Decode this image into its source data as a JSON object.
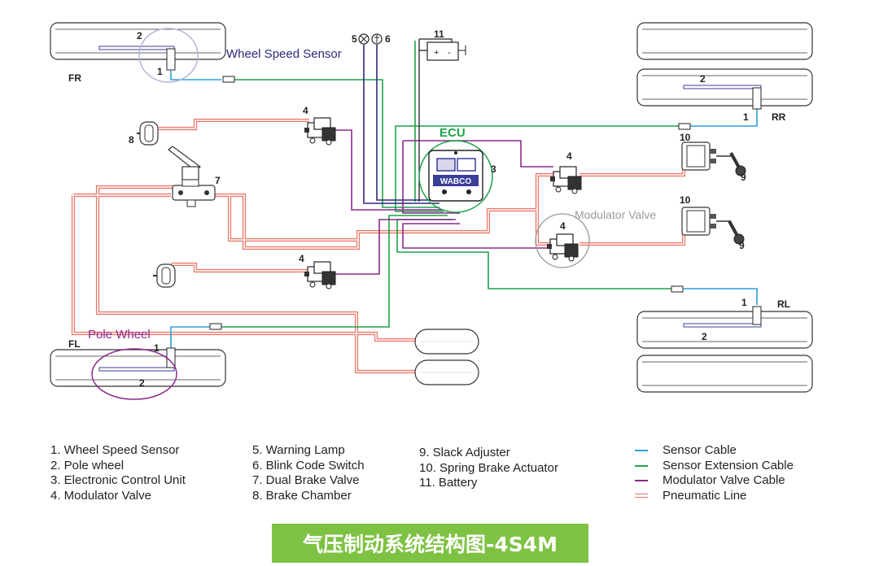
{
  "labels": {
    "wheel_speed_sensor": "Wheel Speed Sensor",
    "ecu": "ECU",
    "modulator_valve": "Modulator Valve",
    "pole_wheel": "Pole Wheel",
    "fr": "FR",
    "rr": "RR",
    "fl": "FL",
    "rl": "RL",
    "ecu_brand": "WABCO",
    "battery_plus": "+",
    "battery_minus": "-"
  },
  "numbers": {
    "n1": "1",
    "n2": "2",
    "n3": "3",
    "n4": "4",
    "n5": "5",
    "n6": "6",
    "n7": "7",
    "n8": "8",
    "n9": "9",
    "n10": "10",
    "n11": "11"
  },
  "legend": {
    "col1": [
      "1. Wheel Speed Sensor",
      "2. Pole wheel",
      "3. Electronic Control Unit",
      "4. Modulator Valve"
    ],
    "col2": [
      "5. Warning Lamp",
      "6. Blink Code Switch",
      "7. Dual Brake Valve",
      "8. Brake Chamber"
    ],
    "col3": [
      "9. Slack Adjuster",
      "10. Spring Brake Actuator",
      "11. Battery"
    ],
    "lines": [
      {
        "label": "Sensor Cable",
        "color": "#2e9fd8"
      },
      {
        "label": "Sensor Extension Cable",
        "color": "#1ea14a"
      },
      {
        "label": "Modulator Valve Cable",
        "color": "#8a2a8c"
      },
      {
        "label": "Pneumatic Line",
        "color": "#e7796b"
      }
    ]
  },
  "colors": {
    "sensor": "#2e9fd8",
    "extension": "#1ea14a",
    "modulator": "#8a2a8c",
    "pneumatic": "#e7796b",
    "pole_ring": "#8a2a8c",
    "blue_label": "#2b2a7a",
    "caption_bg": "#7dc242"
  },
  "caption": "气压制动系统结构图-4S4M"
}
